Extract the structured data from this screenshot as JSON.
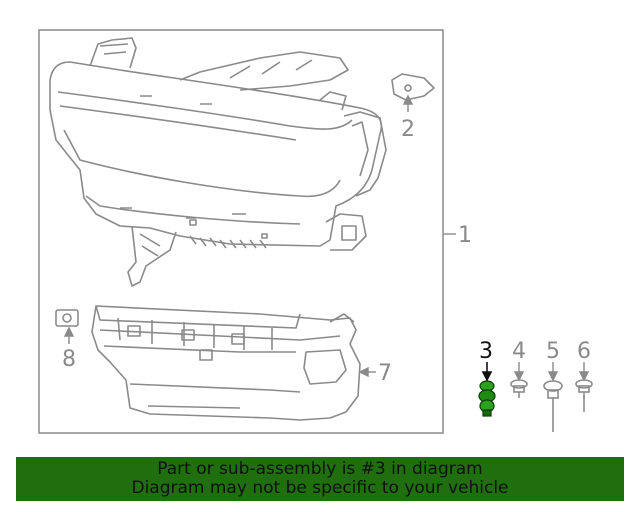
{
  "callouts": {
    "c1": "1",
    "c2": "2",
    "c3": "3",
    "c4": "4",
    "c5": "5",
    "c6": "6",
    "c7": "7",
    "c8": "8"
  },
  "highlighted_part": "3",
  "colors": {
    "line": "#8a8a8a",
    "highlight": "#1f8a14",
    "banner": "#1f6f0f"
  },
  "banner": {
    "line1": "Part or sub-assembly is #3 in diagram",
    "line2": "Diagram may not be specific to your vehicle"
  }
}
